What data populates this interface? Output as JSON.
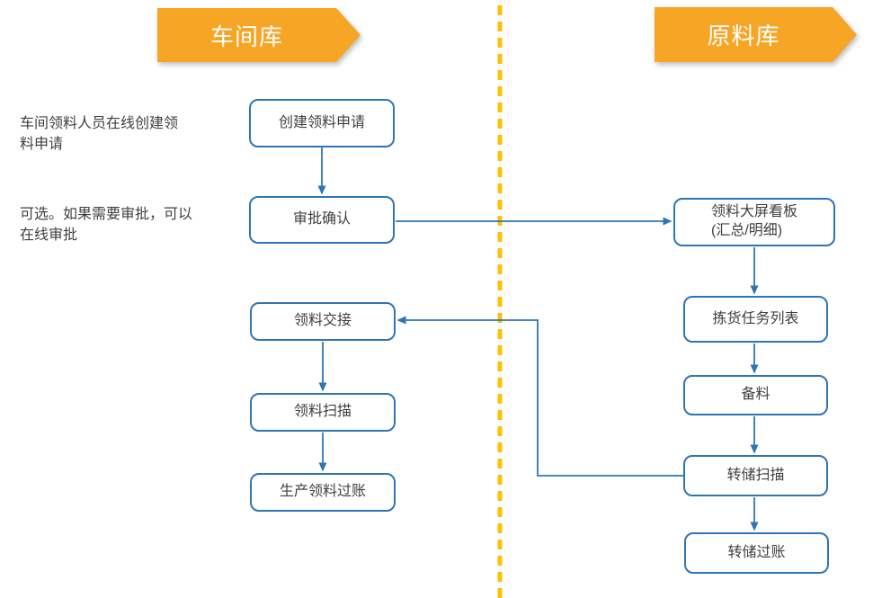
{
  "lanes": {
    "workshop": {
      "banner": "车间库",
      "annotations": [
        "车间领料人员在线创建领料申请",
        "可选。如果需要审批，可以在线审批"
      ],
      "nodes": [
        "创建领料申请",
        "审批确认",
        "领料交接",
        "领料扫描",
        "生产领料过账"
      ]
    },
    "raw_material": {
      "banner": "原料库",
      "nodes": [
        "领料大屏看板\n(汇总/明细)",
        "拣货任务列表",
        "备料",
        "转储扫描",
        "转储过账"
      ]
    }
  },
  "colors": {
    "banner_fill": "#F7A524",
    "banner_text": "#FFFFFF",
    "divider": "#FFC000",
    "node_border": "#2E75B6",
    "connector": "#2E75B6",
    "text": "#3F3F3F"
  }
}
